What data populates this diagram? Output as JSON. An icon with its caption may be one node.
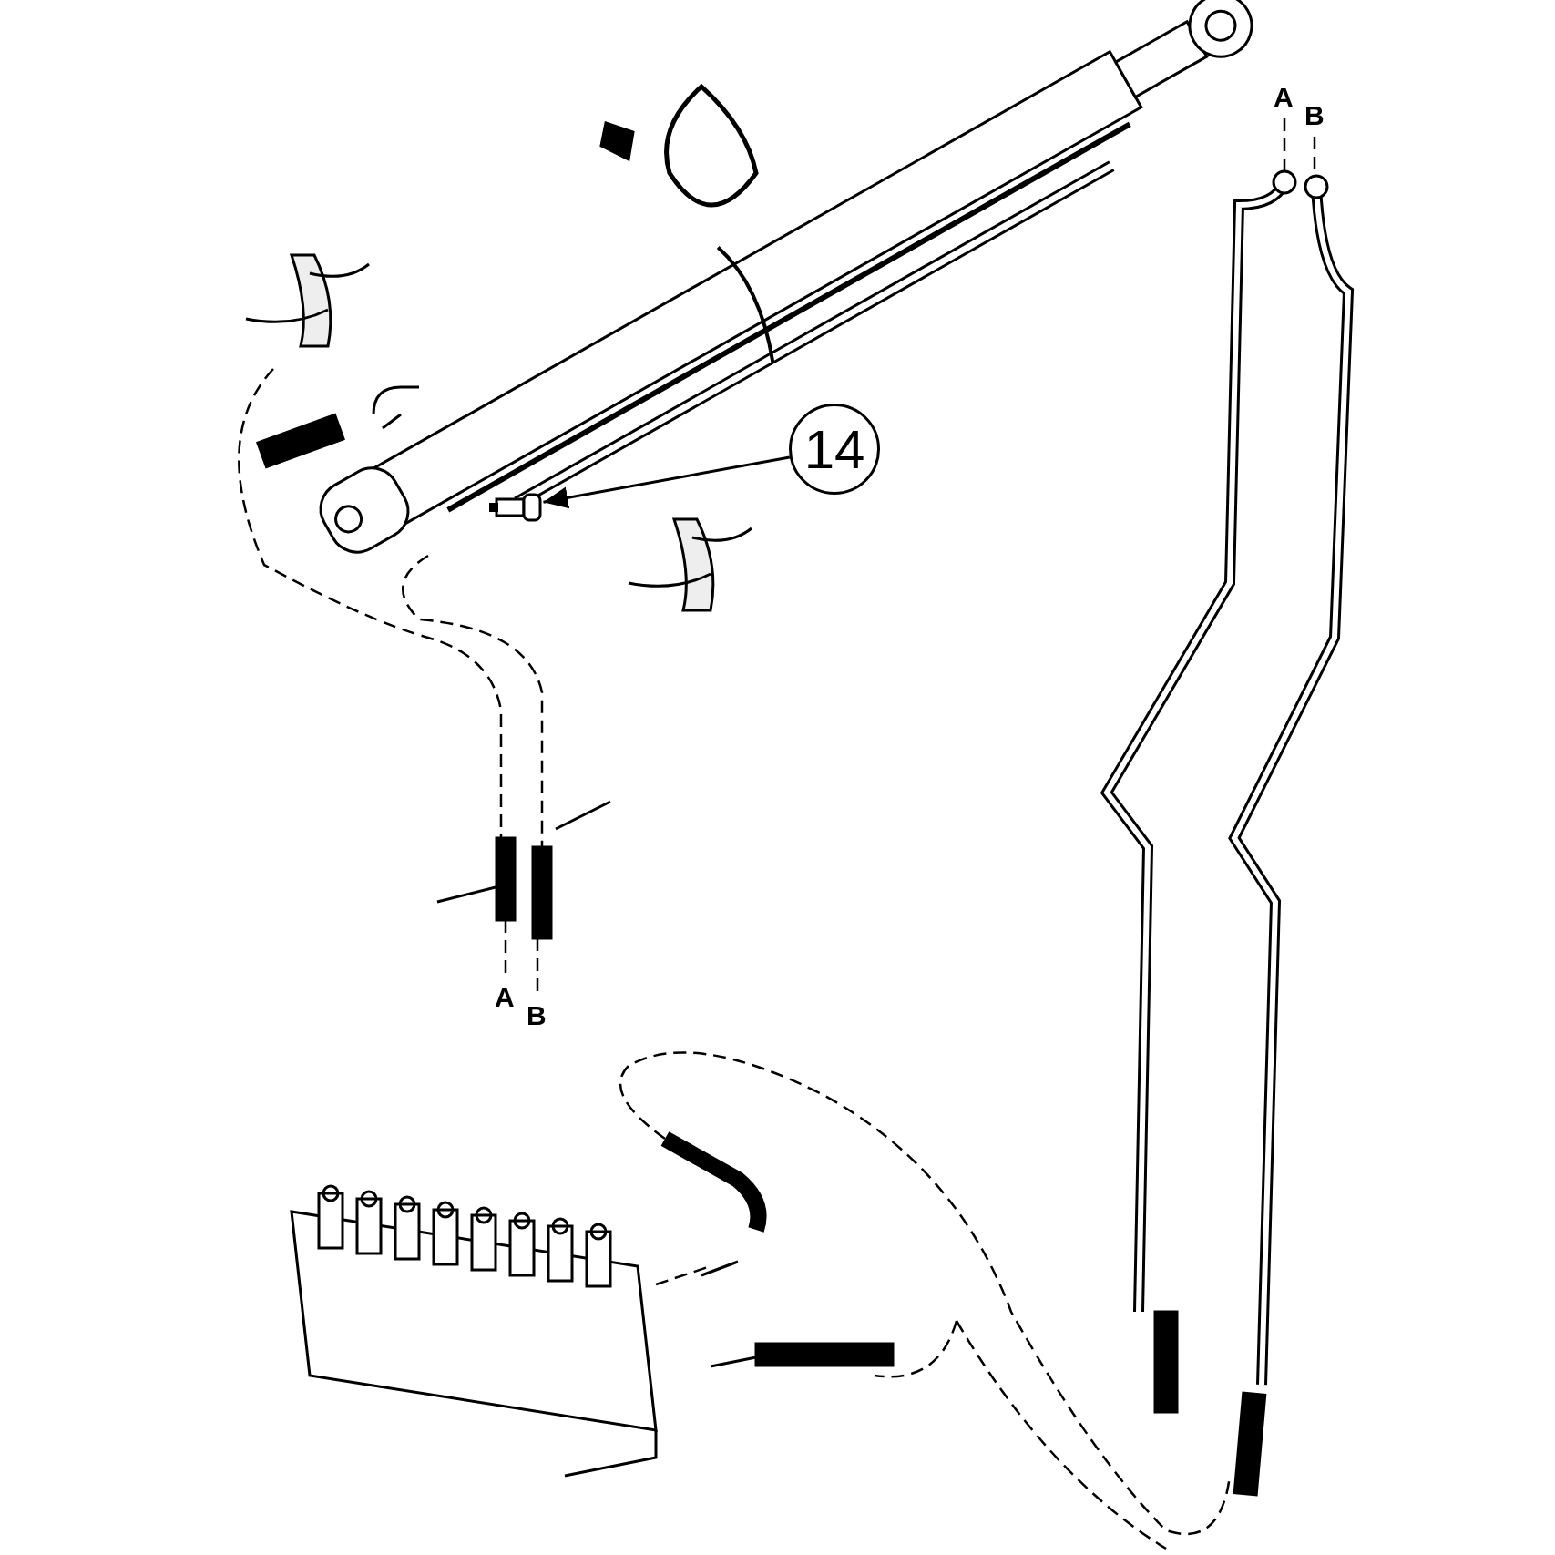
{
  "diagram": {
    "nodes": [
      {
        "text": [
          "14"
        ]
      },
      {
        "text": [],
        "shape": "picture"
      }
    ],
    "edges": [
      {
        "from": 0,
        "to": 1,
        "arrow": "to"
      }
    ],
    "labels": [
      "A",
      "B",
      "A",
      "B"
    ]
  }
}
